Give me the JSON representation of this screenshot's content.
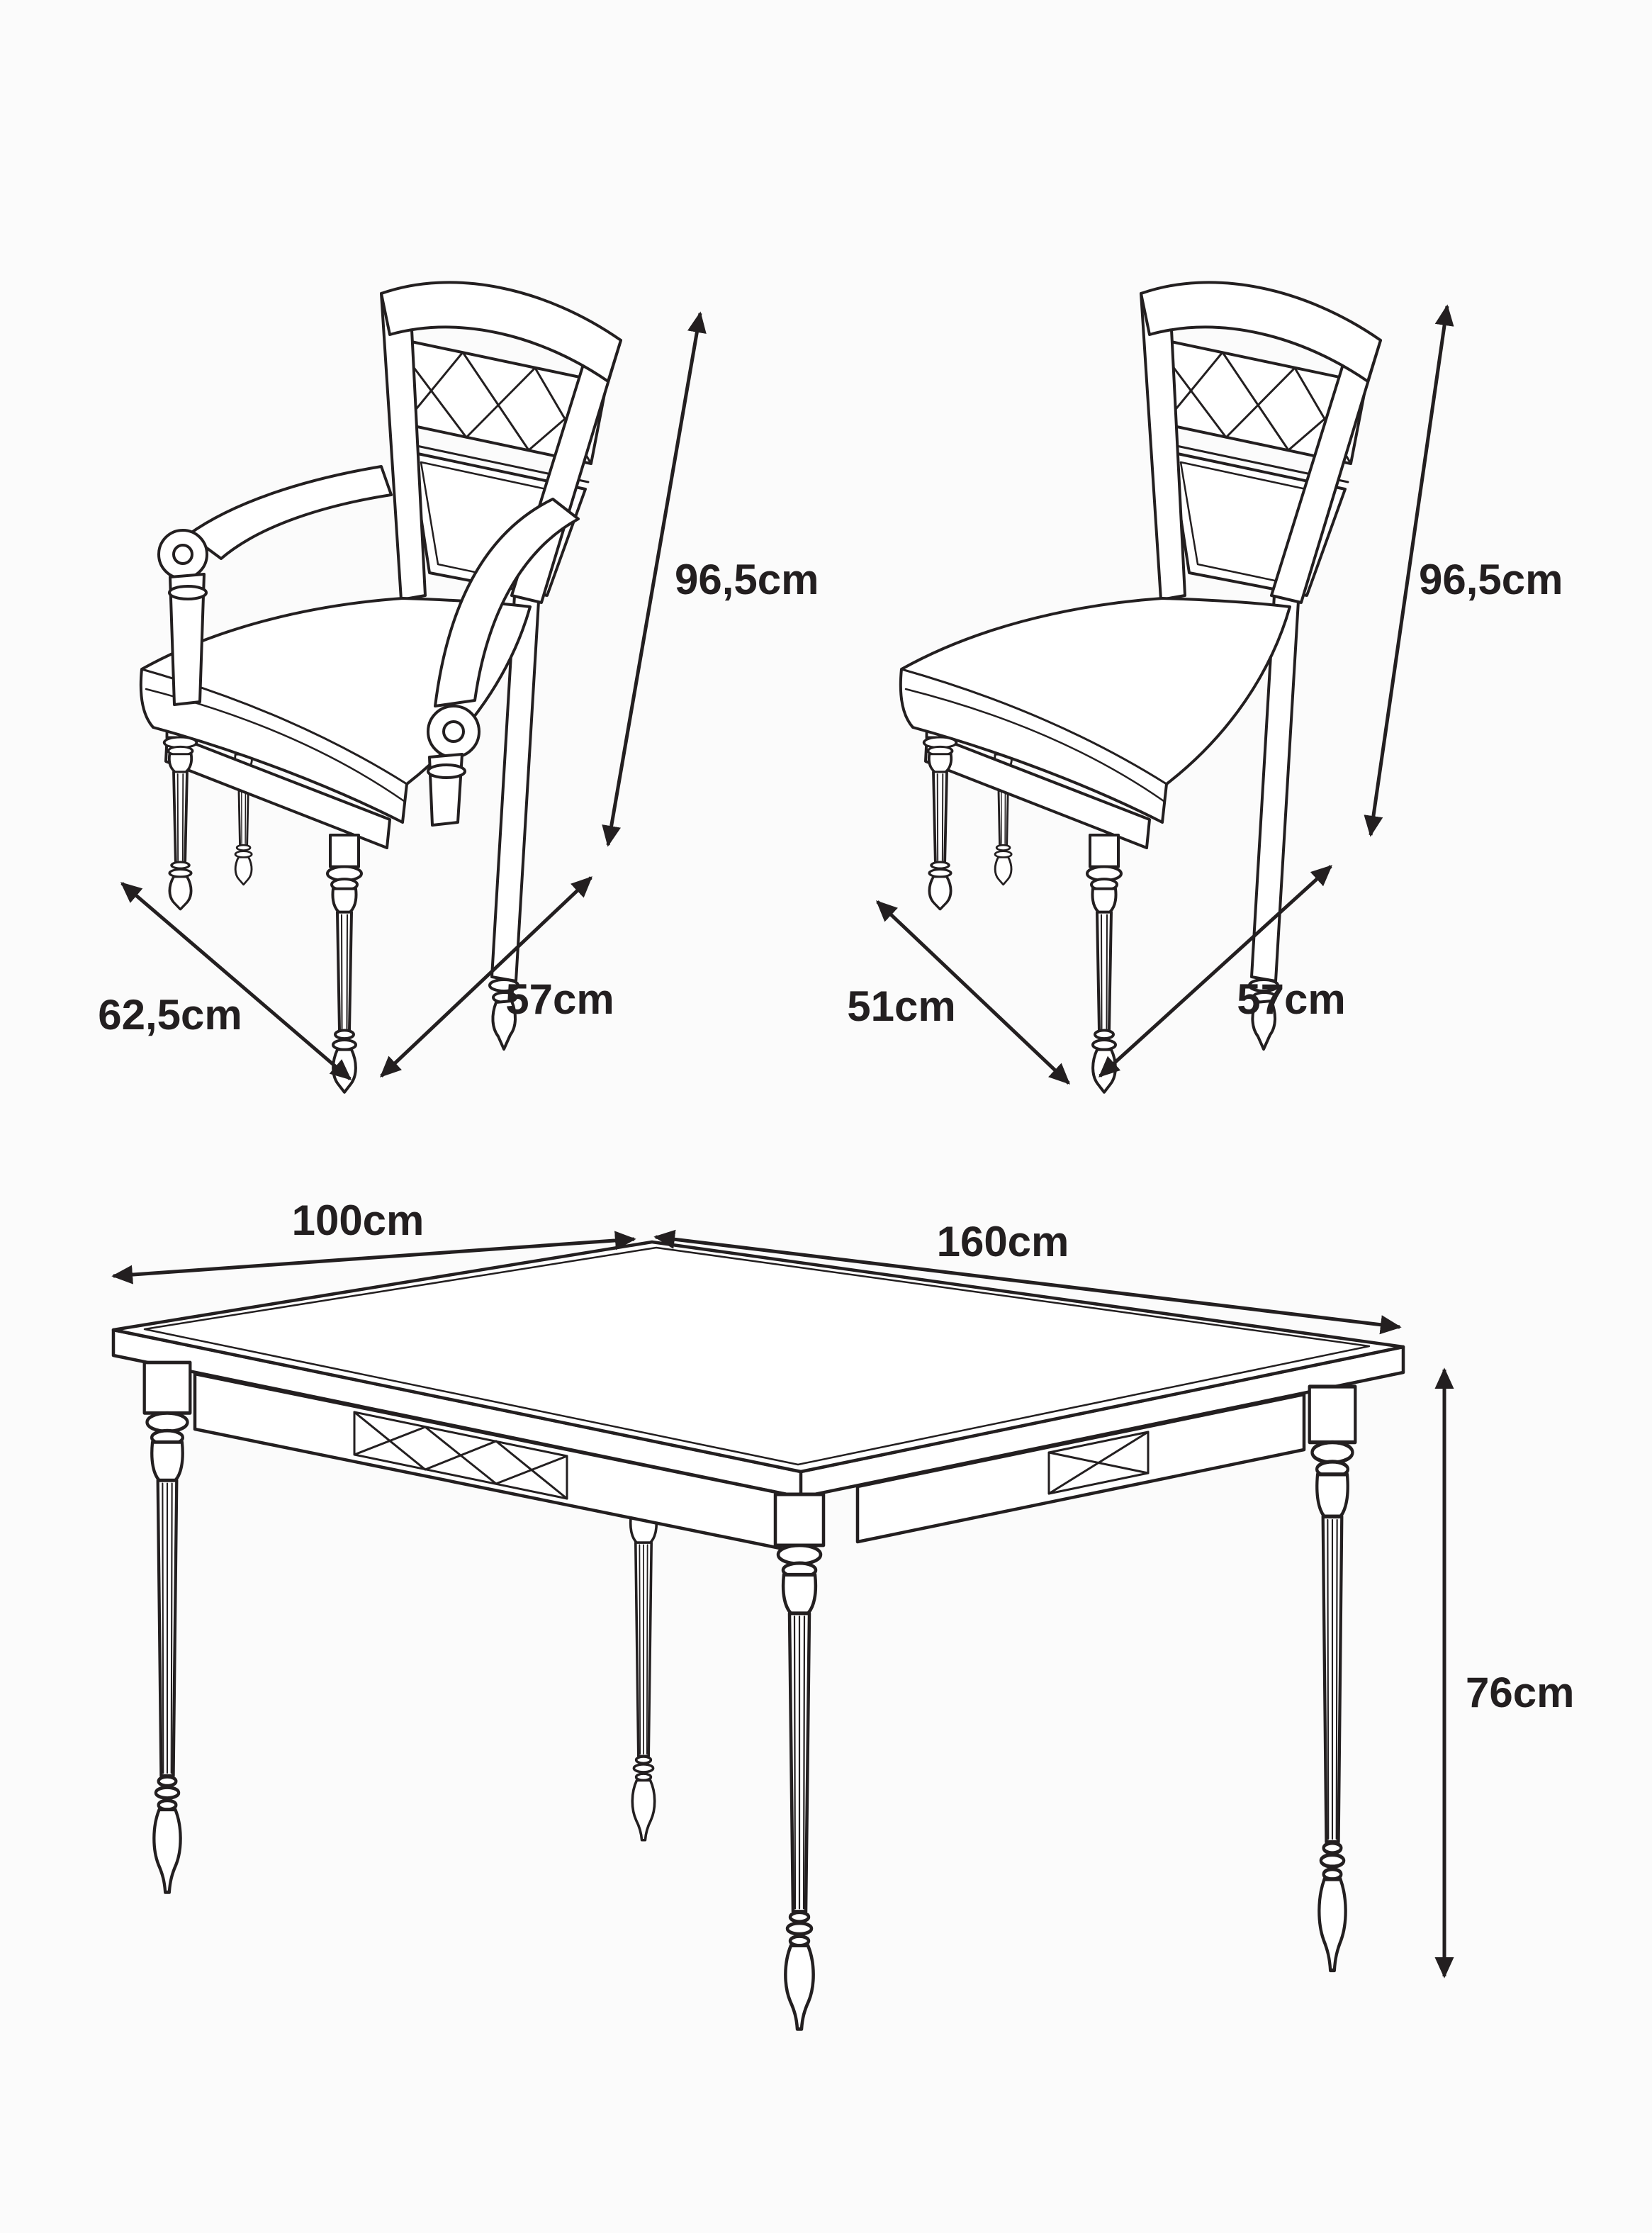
{
  "colors": {
    "background": "#fbfbfb",
    "line": "#231f20"
  },
  "armchair": {
    "height_label": "96,5cm",
    "depth_label": "62,5cm",
    "width_label": "57cm"
  },
  "side_chair": {
    "height_label": "96,5cm",
    "depth_label": "51cm",
    "width_label": "57cm"
  },
  "table": {
    "width_label": "100cm",
    "length_label": "160cm",
    "height_label": "76cm"
  }
}
